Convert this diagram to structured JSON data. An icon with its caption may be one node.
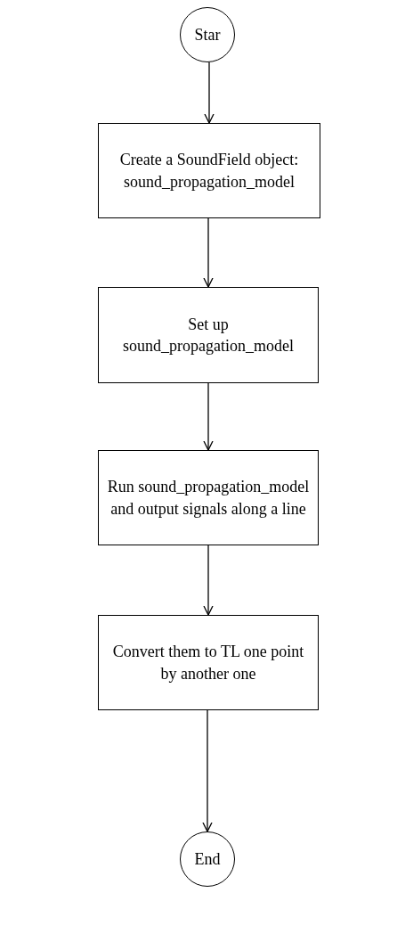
{
  "diagram": {
    "nodes": [
      {
        "text": [
          "Star"
        ]
      },
      {
        "text": [
          "Create a SoundField object: sound_propagation_model"
        ]
      },
      {
        "text": [
          "Set up sound_propagation_model"
        ]
      },
      {
        "text": [
          "Run sound_propagation_model and output signals along a line"
        ]
      },
      {
        "text": [
          "Convert them to TL one point by another one"
        ]
      },
      {
        "text": [
          "End"
        ]
      }
    ],
    "edges": [
      {
        "from": 0,
        "to": 1,
        "arrow": "to"
      },
      {
        "from": 1,
        "to": 2,
        "arrow": "to"
      },
      {
        "from": 2,
        "to": 3,
        "arrow": "to"
      },
      {
        "from": 3,
        "to": 4,
        "arrow": "to"
      },
      {
        "from": 4,
        "to": 5,
        "arrow": "to"
      }
    ]
  }
}
